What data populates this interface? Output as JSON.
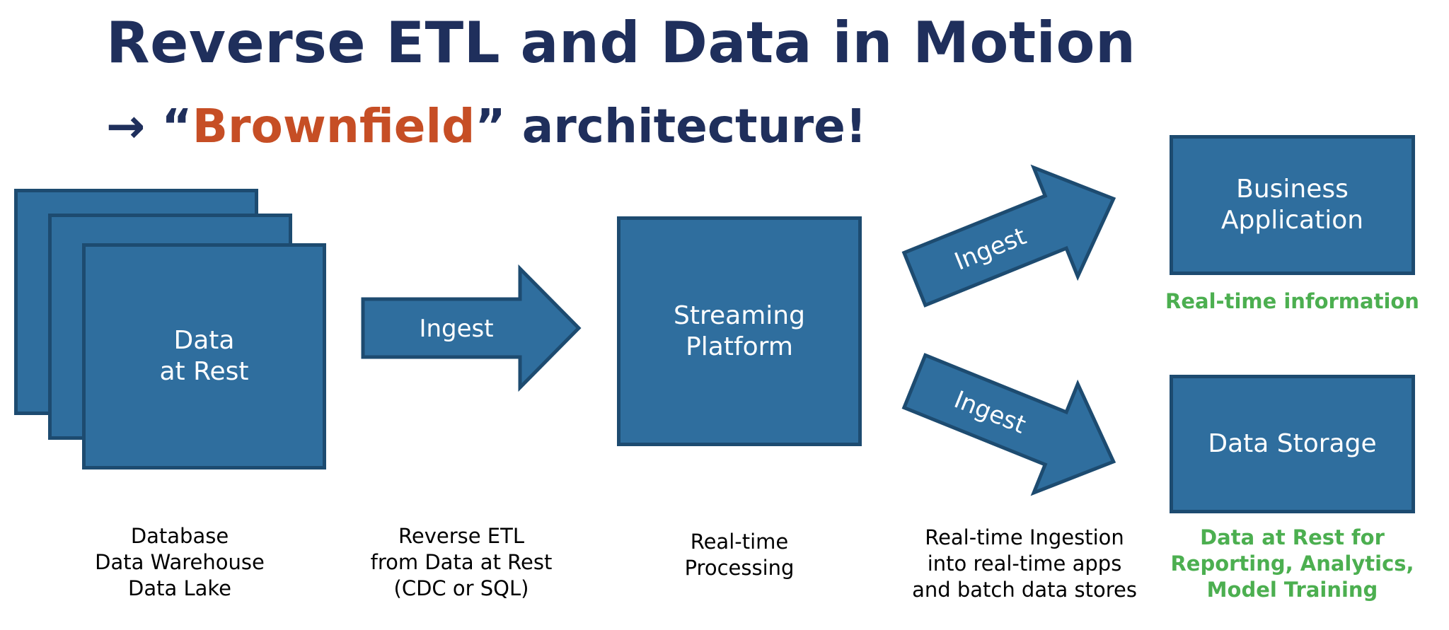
{
  "title": "Reverse ETL and Data in Motion",
  "subtitle": {
    "arrow": "→",
    "open_quote": "“",
    "highlight": "Brownfield",
    "close_quote": "”",
    "rest": " architecture!"
  },
  "boxes": {
    "data_at_rest": "Data\nat Rest",
    "streaming_platform": "Streaming\nPlatform",
    "business_application": "Business\nApplication",
    "data_storage": "Data Storage"
  },
  "arrows": {
    "ingest_main": "Ingest",
    "ingest_up": "Ingest",
    "ingest_down": "Ingest"
  },
  "captions": {
    "sources": "Database\nData Warehouse\nData Lake",
    "reverse_etl": "Reverse ETL\nfrom Data at Rest\n(CDC or SQL)",
    "processing": "Real-time\nProcessing",
    "ingestion": "Real-time Ingestion\ninto real-time apps\nand batch data stores",
    "business_app": "Real-time information",
    "data_storage": "Data at Rest for\nReporting, Analytics,\nModel Training"
  },
  "colors": {
    "title": "#1f2f5c",
    "accent": "#c64e25",
    "box_fill": "#2f6e9e",
    "box_border": "#1d4b70",
    "green_caption": "#4caf50"
  }
}
